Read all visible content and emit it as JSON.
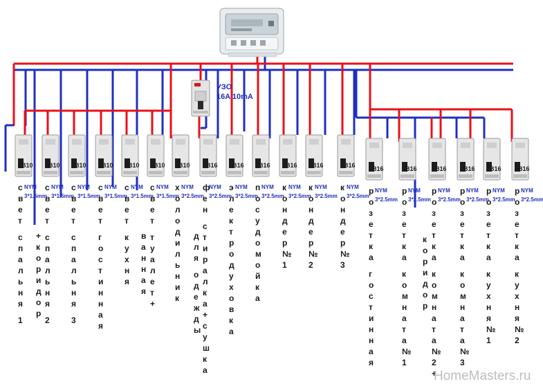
{
  "colors": {
    "phase": "#e8101a",
    "neutral": "#1f2fbf",
    "text": "#1a1a1a",
    "device": "#e6e6e6",
    "watermark": "#bdbdbd"
  },
  "meter": {
    "icon": "electricity-meter-icon"
  },
  "rcd": {
    "label_line1": "УЗО",
    "label_line2": "16A 10mA",
    "icon": "rcd-device-icon"
  },
  "watermark": "HomeMasters.ru",
  "breakers": [
    {
      "rating": "B10",
      "cable": "NYM 3*1.5mm",
      "col1": "свет спальня 1",
      "col2": ""
    },
    {
      "rating": "B10",
      "cable": "NYM 3*1.5mm",
      "col1": "+коридор",
      "col2": "свет спальня 2"
    },
    {
      "rating": "B10",
      "cable": "NYM 3*1.5mm",
      "col1": "свет спальня 3",
      "col2": ""
    },
    {
      "rating": "B10",
      "cable": "NYM 3*1.5mm",
      "col1": "свет гостинная",
      "col2": ""
    },
    {
      "rating": "B10",
      "cable": "NYM 3*1.5mm",
      "col1": "свет кухня",
      "col2": ""
    },
    {
      "rating": "B10",
      "cable": "NYM 3*1.5mm",
      "col1": "ванная",
      "col2": "свет туалет+"
    },
    {
      "rating": "B10",
      "cable": "NYM 3*2.5mm",
      "col1": "холодильник",
      "col2": ""
    },
    {
      "rating": "B16",
      "cable": "NYM 3*2.5mm",
      "col1": "для одежды",
      "col2": "фен стиралка+сушка"
    },
    {
      "rating": "B16",
      "cable": "NYM 3*2.5mm",
      "col1": "электродуховка",
      "col2": ""
    },
    {
      "rating": "B16",
      "cable": "NYM 3*2.5mm",
      "col1": "посудомойка",
      "col2": ""
    },
    {
      "rating": "B16",
      "cable": "NYM 3*2.5mm",
      "col1": "кондер№1",
      "col2": ""
    },
    {
      "rating": "B16",
      "cable": "NYM 3*2.5mm",
      "col1": "кондер№2",
      "col2": ""
    },
    {
      "rating": "B16",
      "cable": "NYM 3*2.5mm",
      "col1": "кондер№3",
      "col2": ""
    },
    {
      "rating": "B16",
      "cable": "NYM 3*2.5mm",
      "col1": "розетка гостинная",
      "col2": ""
    },
    {
      "rating": "B16",
      "cable": "NYM 3*2.5mm",
      "col1": "розетка комната№1",
      "col2": ""
    },
    {
      "rating": "B16",
      "cable": "NYM 3*2.5mm",
      "col1": "коридор",
      "col2": "розетка комната№2+"
    },
    {
      "rating": "B16",
      "cable": "NYM 3*2.5mm",
      "col1": "розетка комната№3",
      "col2": ""
    },
    {
      "rating": "B16",
      "cable": "NYM 3*2.5mm",
      "col1": "розетка кухня№1",
      "col2": ""
    },
    {
      "rating": "B16",
      "cable": "NYM 3*2.5mm",
      "col1": "розетка кухня№2",
      "col2": ""
    }
  ]
}
